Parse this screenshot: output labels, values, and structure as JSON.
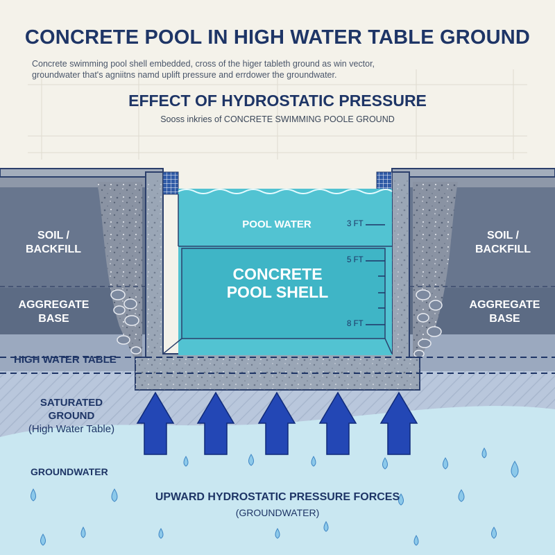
{
  "header": {
    "title": "CONCRETE POOL IN HIGH WATER TABLE GROUND",
    "intro_line1": "Concrete swimming pool shell embedded, cross of the higer tableth ground as win vector,",
    "intro_line2": "groundwater that's agniitns namd uplift pressure and errdower the groundwater.",
    "subtitle": "EFFECT OF HYDROSTATIC PRESSURE",
    "subnote": "Sooss inkries of CONCRETE SWIMMING POOLE GROUND"
  },
  "labels": {
    "soil_left_1": "SOIL /",
    "soil_left_2": "BACKFILL",
    "soil_right_1": "SOIL /",
    "soil_right_2": "BACKFILL",
    "agg_left_1": "AGGREGATE",
    "agg_left_2": "BASE",
    "agg_right_1": "AGGREGATE",
    "agg_right_2": "BASE",
    "high_water_table": "HIGH WATER TABLE",
    "saturated_1": "SATURATED",
    "saturated_2": "GROUND",
    "saturated_3": "(High Water Table)",
    "groundwater": "GROUNDWATER",
    "pool_water": "POOL WATER",
    "shell_1": "CONCRETE",
    "shell_2": "POOL SHELL",
    "depth_3": "3 FT",
    "depth_5": "5 FT",
    "depth_8": "8 FT",
    "forces_1": "UPWARD HYDROSTATIC PRESSURE FORCES",
    "forces_2": "(GROUNDWATER)"
  },
  "colors": {
    "navy": "#1e3566",
    "soil": "#68768e",
    "aggregate": "#5c6b84",
    "concrete": "#9aa6b6",
    "pool_water": "#52c3d2",
    "groundwater": "#c9e7f1",
    "arrow": "#2347b5"
  },
  "icons": {
    "arrows": "up-arrow",
    "drops": "water-drop-icon",
    "tiles": "pool-tile-icon"
  }
}
